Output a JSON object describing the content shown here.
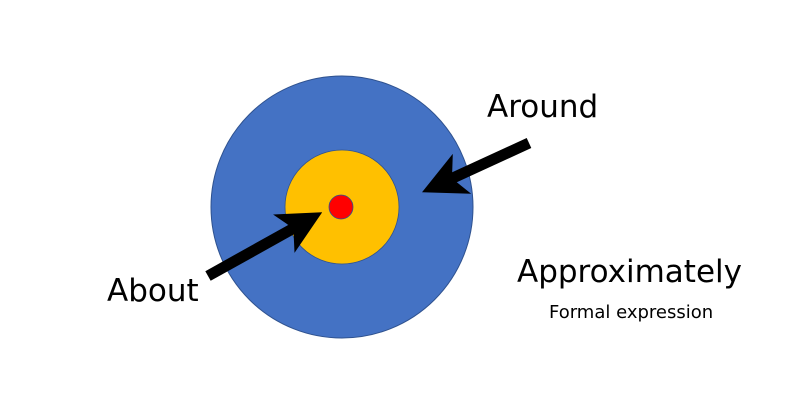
{
  "diagram": {
    "rings": [
      {
        "name": "outer-ring",
        "color": "#4472c4",
        "meaning": "Around"
      },
      {
        "name": "middle-ring",
        "color": "#ffc000",
        "meaning": "About"
      },
      {
        "name": "center-dot",
        "color": "#ff0000"
      }
    ],
    "arrow_color": "#000000",
    "labels": {
      "around": "Around",
      "about": "About",
      "approximately": "Approximately",
      "formal_note": "Formal expression"
    }
  }
}
